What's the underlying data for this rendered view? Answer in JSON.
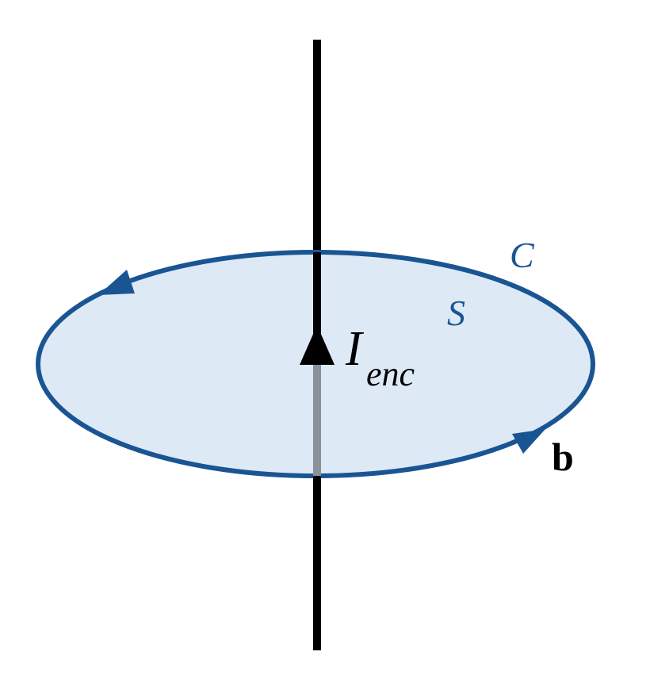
{
  "labels": {
    "curve": "C",
    "surface": "S",
    "current_main": "I",
    "current_sub": "enc",
    "field": "b"
  },
  "colors": {
    "background": "#ffffff",
    "wire": "#000000",
    "wire_inside": "#8a9198",
    "loop_stroke": "#1a5593",
    "surface_fill": "#dde9f5",
    "field_label": "#000000"
  },
  "icons": {
    "current_arrow": "upward-arrowhead",
    "loop_arrows": "circulation-arrowheads"
  }
}
